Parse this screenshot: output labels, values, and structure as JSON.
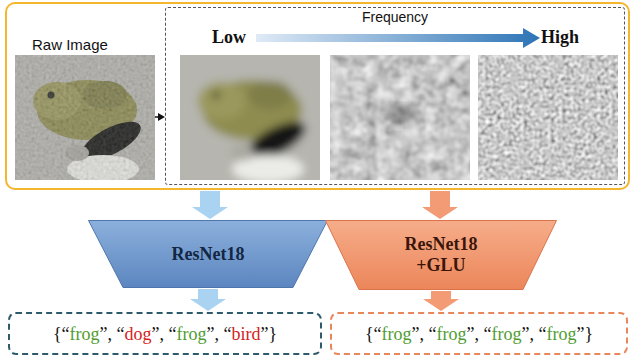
{
  "diagram": {
    "nodes": [
      {
        "text": [
          "Raw Image"
        ]
      },
      {
        "text": [
          "Frequency",
          "Low",
          "High"
        ],
        "in": 0
      },
      {
        "text": [
          "ResNet18"
        ]
      },
      {
        "text": [
          "ResNet18 +GLU"
        ]
      },
      {
        "text": [
          "{“",
          "frog",
          "”, “",
          "dog",
          "”, “",
          "frog",
          "”, “",
          "bird",
          "”}"
        ]
      },
      {
        "text": [
          "{“",
          "frog",
          "”, “",
          "frog",
          "”, “",
          "frog",
          "”, “",
          "frog",
          "”}"
        ]
      }
    ],
    "edges": [
      {
        "from": 0,
        "to": 2,
        "arrow": "to"
      },
      {
        "from": 0,
        "to": 3,
        "arrow": "to"
      },
      {
        "from": 2,
        "to": 4,
        "arrow": "to"
      },
      {
        "from": 3,
        "to": 5,
        "arrow": "to"
      }
    ]
  }
}
